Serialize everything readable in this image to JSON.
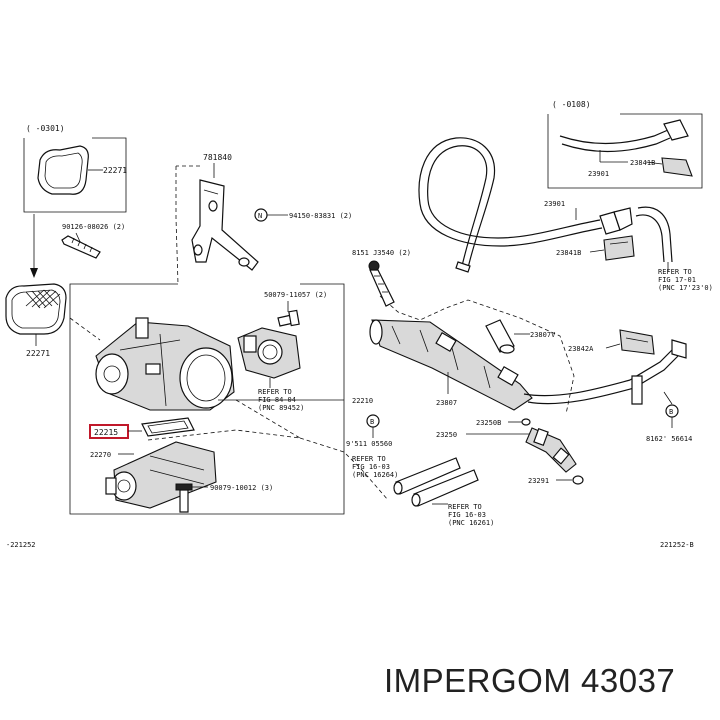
{
  "brand_caption": "IMPERGOM 43037",
  "codes": {
    "left": "-221252",
    "right": "221252-B"
  },
  "labels": {
    "range_0301": "(   -0301)",
    "range_0108": "(   -0108)",
    "p22271_top": "22271",
    "p22271_left": "22271",
    "p90126": "90126-08026 (2)",
    "p781840": "781840",
    "p94150": "94150-83831 (2)",
    "p50079": "50079-11057 (2)",
    "ref_84_04_a": "REFER TO",
    "ref_84_04_b": "FIG 84-04",
    "ref_84_04_c": "(PNC 89452)",
    "p22210": "22210",
    "p22215": "22215",
    "p22270": "22270",
    "p90079": "90079-10012 (3)",
    "p9511": "9'511  05560",
    "ref_16_03a_a": "REFER TO",
    "ref_16_03a_b": "FIG 16-03",
    "ref_16_03a_c": "(PNC 16264)",
    "ref_16_03b_a": "REFER TO",
    "ref_16_03b_b": "FIG 16-03",
    "ref_16_03b_c": "(PNC 16261)",
    "p8151": "8151  J3540 (2)",
    "p23807V": "23807V",
    "p23807": "23807",
    "p23250B": "23250B",
    "p23250": "23250",
    "p23291": "23291",
    "p23842A": "23842A",
    "p23901_mid": "23901",
    "p23841B_mid": "23841B",
    "ref_17_01_a": "REFER TO",
    "ref_17_01_b": "FIG 17-01",
    "ref_17_01_c": "(PNC 17'23'0)",
    "p8162": "8162'  56614",
    "p23841B_top": "23841B",
    "p23901_top": "23901"
  },
  "markers": {
    "n": "N",
    "b_left": "B",
    "b_right": "B"
  }
}
